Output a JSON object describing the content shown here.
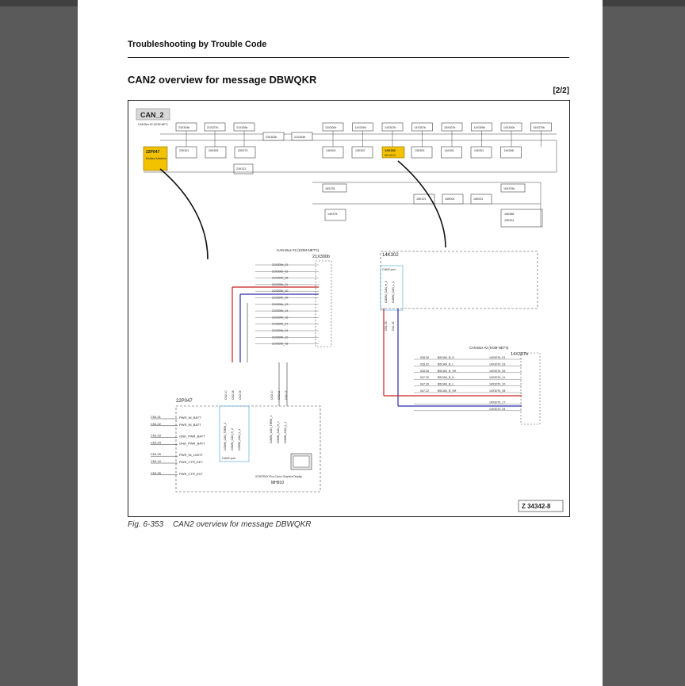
{
  "header": {
    "section": "Troubleshooting by Trouble Code",
    "title": "CAN2 overview for message DBWQKR",
    "page_indicator": "[2/2]"
  },
  "diagram": {
    "bus_label": "CAN_2",
    "bus_sublabel": "CAN Bus #2 (KOM-NET)",
    "top_row_left": [
      "23X304b",
      "21X327b",
      "21X326b"
    ],
    "top_row_mid": [
      "23X303b",
      "11X304b"
    ],
    "top_row_right": [
      "13X300b",
      "14X300b",
      "14X307b",
      "14X307b",
      "15X307b",
      "14X305b",
      "14X300b",
      "16X375b"
    ],
    "highlight_left": {
      "id": "22P047",
      "sub": "Modbus Machine"
    },
    "highlight_right": {
      "id": "14K302",
      "sub": "SKLVECI"
    },
    "second_row_left": [
      "23K301",
      "20K305",
      "20K370"
    ],
    "extra_box": "21K313",
    "second_row_right": [
      "14K303",
      "13K302"
    ],
    "second_row_right2": [
      "14K302",
      "13K303",
      "14K301",
      "14K301",
      "14K308"
    ],
    "lower_boxes": [
      "16X378",
      "14K379",
      "15K388",
      "15K301",
      "16X376b"
    ],
    "lower_small": [
      "15K101",
      "15K004",
      "15K001"
    ],
    "connector_left": {
      "title": "CAN-Bus #2 (KOM-NET's)",
      "id": "21X300b"
    },
    "connector_left_pins": [
      "21X300b_01",
      "21X300b_02",
      "21X300b_06",
      "21X300b_11",
      "21X300b_10",
      "21X300b_09",
      "21X300b_13",
      "21X300b_14",
      "21X300b_15",
      "21X300b_07",
      "21X300b_04",
      "21X300b_12",
      "21X300b_08"
    ],
    "module_22p047": {
      "id": "22P047",
      "pins_left": [
        "CN1.01",
        "CN1.02",
        "CN1.03",
        "CN1.04",
        "CN1.09",
        "CN1.10",
        "CN1.05"
      ],
      "signals": [
        "PWR_IN_BATT",
        "PWR_IN_BATT",
        "GND_PWR_BATT",
        "GND_PWR_BATT",
        "PWR_IN_LIGHT",
        "PWR_CTR_KEY",
        "PWR_CTR_EXT"
      ],
      "can_signals": [
        "COMM_CAN_TERM_2",
        "COMM_CAN_H_2",
        "COMM_CAN_L_2"
      ],
      "can_port": "CAN2 port",
      "col_pins": [
        "CN2.10",
        "CN2.08",
        "CN2.09"
      ],
      "right_pins": [
        "CN2.10",
        "CN2.11",
        "CN2.12"
      ],
      "right_signals": [
        "COMM_CAN_TERM_1",
        "COMM_CAN_H_1",
        "COMM_CAN_L_1"
      ],
      "display_label": "ICONTRAX Plus Colour Graphics Display",
      "display_id": "MH810"
    },
    "module_14k302": {
      "id": "14K302",
      "can_port": "CAN2 port",
      "signals": [
        "COMM_CAN_H_2",
        "COMM_CAN_L_2"
      ],
      "pins": [
        "CN1.33",
        "CN1.32"
      ]
    },
    "connector_right": {
      "title": "CAN-Bus #2 (KOM-NET's)",
      "id": "14X307b"
    },
    "connector_right_rows": [
      {
        "wire": "028.30",
        "sig": "B5CAN_B_H",
        "pin": "14X307b_01"
      },
      {
        "wire": "028.32",
        "sig": "B5CAN_B_L",
        "pin": "14X307b_03"
      },
      {
        "wire": "028.35",
        "sig": "B5CAN_B_SH",
        "pin": "14X307b_05"
      },
      {
        "wire": "047.20",
        "sig": "B5CAN_B_H",
        "pin": "14X307b_11"
      },
      {
        "wire": "047.20",
        "sig": "B5CAN_B_L",
        "pin": "14X307b_10"
      },
      {
        "wire": "047.22",
        "sig": "B5CAN_B_SH",
        "pin": "14X307b_08"
      },
      {
        "wire": "",
        "sig": "",
        "pin": "14X307b_17"
      },
      {
        "wire": "",
        "sig": "",
        "pin": "14X307b_04"
      }
    ],
    "figure_number": "Z 34342-8",
    "colors": {
      "highlight": "#f2c200",
      "can_port": "#3aa0d8",
      "wire_h": "#c81e1e",
      "wire_l": "#2a2aa8"
    }
  },
  "caption": {
    "figure": "Fig. 6-353",
    "text": "CAN2 overview for message DBWQKR"
  }
}
